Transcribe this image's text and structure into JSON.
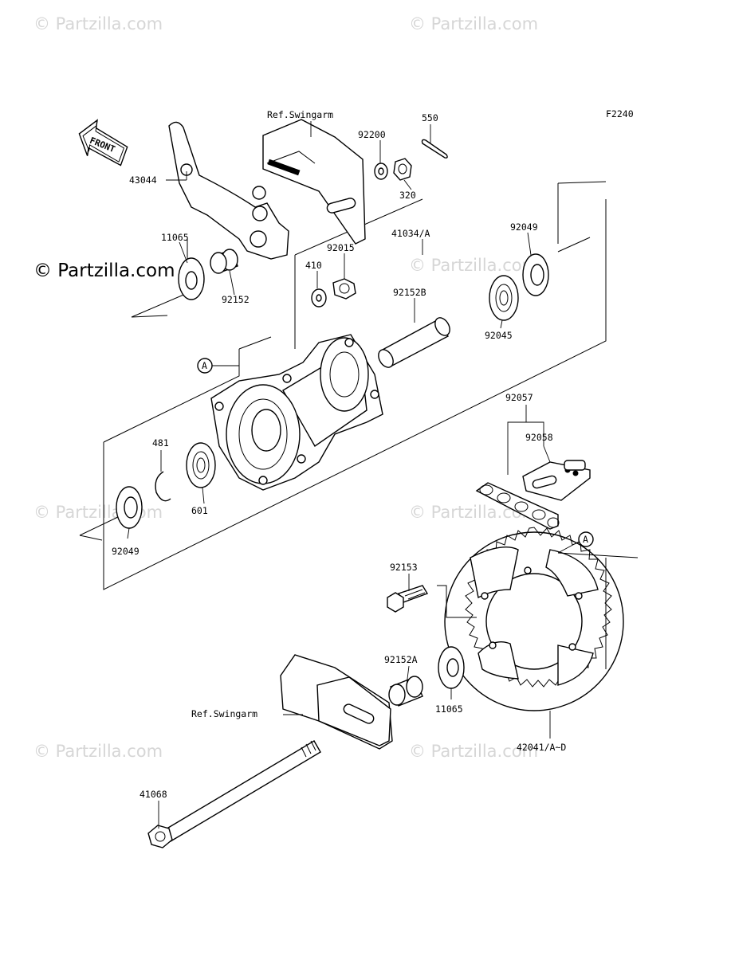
{
  "figure_code": "F2240",
  "watermark_text": "© Partzilla.com",
  "front_arrow_label": "FRONT",
  "callout_letter": "A",
  "labels": {
    "ref_swingarm_top": "Ref.Swingarm",
    "ref_swingarm_bottom": "Ref.Swingarm",
    "p43044": "43044",
    "p11065_top": "11065",
    "p92152": "92152",
    "p410": "410",
    "p92015": "92015",
    "p41034a": "41034/A",
    "p92049_top": "92049",
    "p92045": "92045",
    "p92152b": "92152B",
    "p92200": "92200",
    "p550": "550",
    "p320": "320",
    "p481": "481",
    "p601": "601",
    "p92049_bottom": "92049",
    "p92057": "92057",
    "p92058": "92058",
    "p92153": "92153",
    "p92152a": "92152A",
    "p11065_bottom": "11065",
    "p42041": "42041/A~D",
    "p41068": "41068"
  }
}
